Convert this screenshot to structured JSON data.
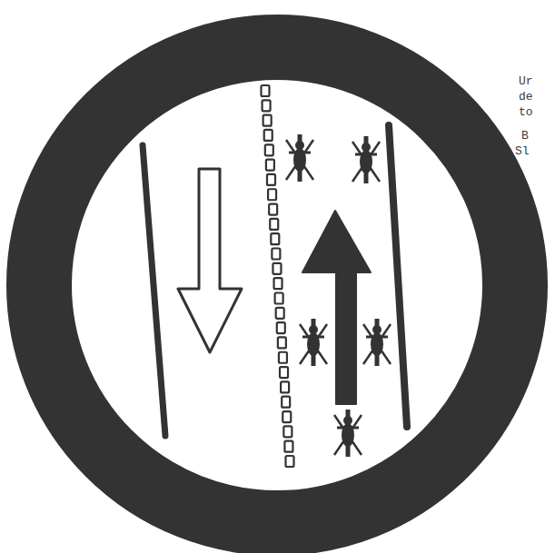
{
  "diagram": {
    "labels": [
      "Ur",
      "de",
      "to",
      "B",
      "Sl"
    ]
  }
}
